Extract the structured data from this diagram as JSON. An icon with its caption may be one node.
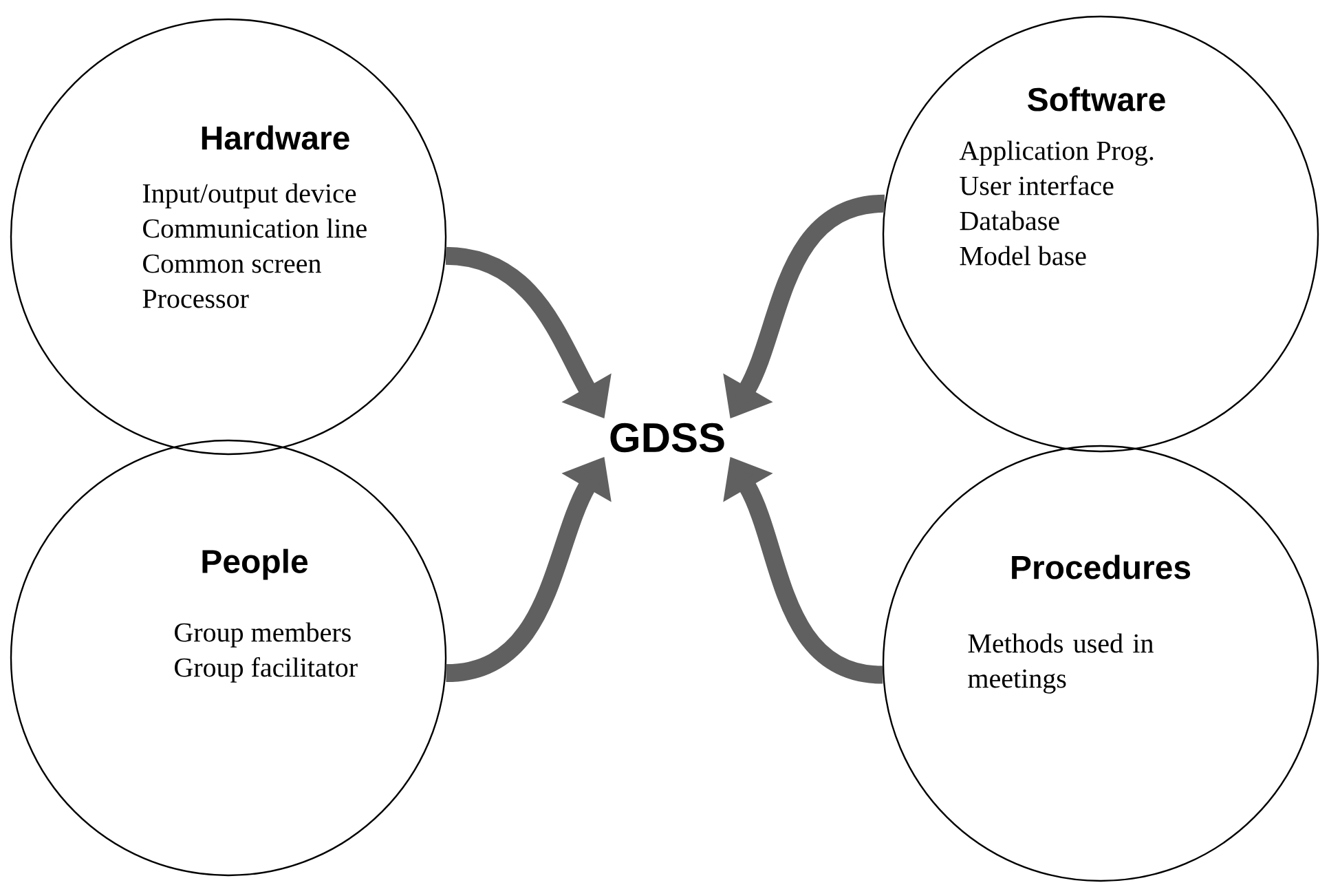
{
  "diagram": {
    "nodes": [
      {
        "text": [
          "Hardware",
          "Input/output device",
          "Communication line",
          "Common screen",
          "Processor"
        ]
      },
      {
        "text": [
          "Software",
          "Application Prog.",
          "User interface",
          "Database",
          "Model base"
        ]
      },
      {
        "text": [
          "People",
          "Group members",
          "Group facilitator"
        ]
      },
      {
        "text": [
          "Procedures",
          "Methods used in meetings"
        ]
      },
      {
        "text": [
          "GDSS"
        ]
      }
    ],
    "edges": [
      {
        "from": 0,
        "to": 4,
        "arrow": "to"
      },
      {
        "from": 1,
        "to": 4,
        "arrow": "to"
      },
      {
        "from": 2,
        "to": 4,
        "arrow": "to"
      },
      {
        "from": 3,
        "to": 4,
        "arrow": "to"
      }
    ]
  }
}
